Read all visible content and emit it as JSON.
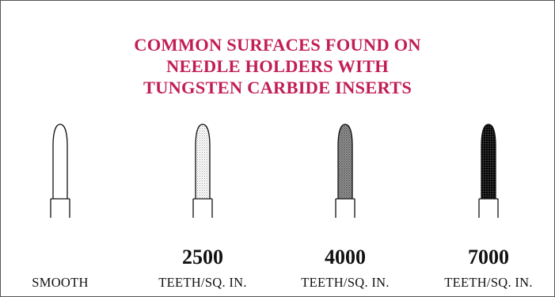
{
  "title_lines": [
    "COMMON SURFACES FOUND ON",
    "NEEDLE HOLDERS WITH",
    "TUNGSTEN CARBIDE INSERTS"
  ],
  "title_color": "#c21e56",
  "surfaces": [
    {
      "count": "",
      "caption": "SMOOTH",
      "texture": "none"
    },
    {
      "count": "2500",
      "caption": "TEETH/SQ. IN.",
      "texture": "light-stipple"
    },
    {
      "count": "4000",
      "caption": "TEETH/SQ. IN.",
      "texture": "medium-crosshatch"
    },
    {
      "count": "7000",
      "caption": "TEETH/SQ. IN.",
      "texture": "dense-crosshatch"
    }
  ]
}
